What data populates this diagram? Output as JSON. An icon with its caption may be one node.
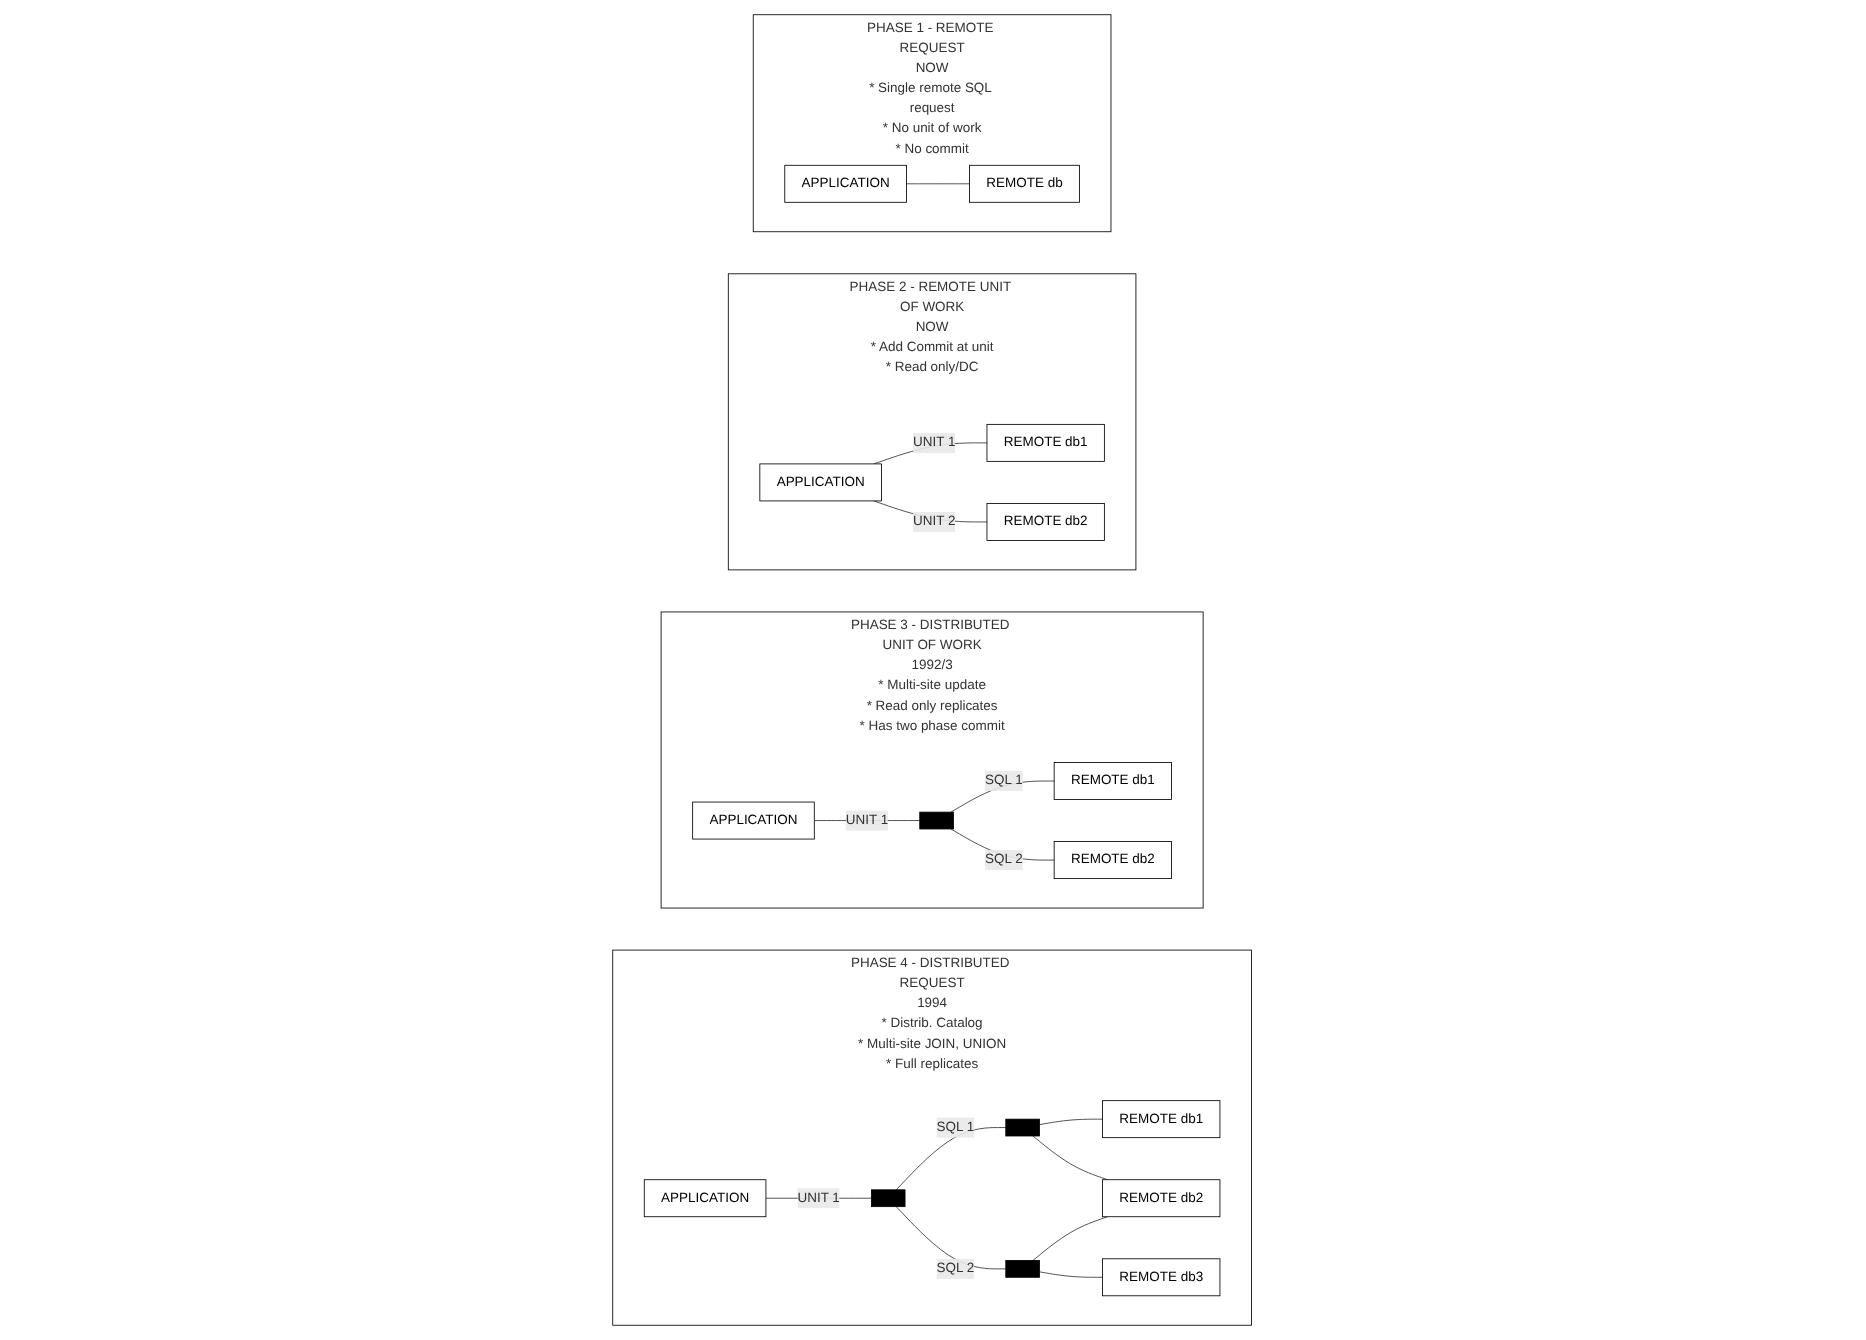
{
  "diagram": {
    "nodes": [
      {
        "text": [
          "PHASE 1 - REMOTE REQUEST",
          "NOW",
          "* Single remote SQL request",
          "* No unit of work",
          "* No commit"
        ]
      },
      {
        "text": [
          "APPLICATION"
        ],
        "in": 0
      },
      {
        "text": [
          "REMOTE db"
        ],
        "in": 0
      },
      {
        "text": [
          "PHASE 2 - REMOTE UNIT OF WORK",
          "NOW",
          "* Add Commit at unit",
          "* Read only/DC"
        ]
      },
      {
        "text": [
          "APPLICATION"
        ],
        "in": 3
      },
      {
        "text": [
          "REMOTE db1"
        ],
        "in": 3
      },
      {
        "text": [
          "REMOTE db2"
        ],
        "in": 3
      },
      {
        "text": [
          "PHASE 3 - DISTRIBUTED UNIT OF WORK",
          "1992/3",
          "* Multi-site update",
          "* Read only replicates",
          "* Has two phase commit"
        ]
      },
      {
        "text": [
          "APPLICATION"
        ],
        "in": 7
      },
      {
        "text": [],
        "shape": "box",
        "in": 7
      },
      {
        "text": [
          "REMOTE db1"
        ],
        "in": 7
      },
      {
        "text": [
          "REMOTE db2"
        ],
        "in": 7
      },
      {
        "text": [
          "PHASE 4 - DISTRIBUTED REQUEST",
          "1994",
          "* Distrib. Catalog",
          "* Multi-site JOIN, UNION",
          "* Full replicates"
        ]
      },
      {
        "text": [
          "APPLICATION"
        ],
        "in": 12
      },
      {
        "text": [],
        "shape": "box",
        "in": 12
      },
      {
        "text": [],
        "shape": "box",
        "in": 12
      },
      {
        "text": [],
        "shape": "box",
        "in": 12
      },
      {
        "text": [
          "REMOTE db1"
        ],
        "in": 12
      },
      {
        "text": [
          "REMOTE db2"
        ],
        "in": 12
      },
      {
        "text": [
          "REMOTE db3"
        ],
        "in": 12
      }
    ],
    "edges": [
      {
        "from": 1,
        "to": 2,
        "arrow": "none"
      },
      {
        "from": 4,
        "to": 5,
        "arrow": "none",
        "label": "UNIT 1"
      },
      {
        "from": 4,
        "to": 6,
        "arrow": "none",
        "label": "UNIT 2"
      },
      {
        "from": 8,
        "to": 9,
        "arrow": "none",
        "label": "UNIT 1"
      },
      {
        "from": 9,
        "to": 10,
        "arrow": "none",
        "label": "SQL 1"
      },
      {
        "from": 9,
        "to": 11,
        "arrow": "none",
        "label": "SQL 2"
      },
      {
        "from": 13,
        "to": 14,
        "arrow": "none",
        "label": "UNIT 1"
      },
      {
        "from": 14,
        "to": 15,
        "arrow": "none",
        "label": "SQL 1"
      },
      {
        "from": 14,
        "to": 16,
        "arrow": "none",
        "label": "SQL 2"
      },
      {
        "from": 15,
        "to": 17,
        "arrow": "none"
      },
      {
        "from": 15,
        "to": 18,
        "arrow": "none"
      },
      {
        "from": 16,
        "to": 18,
        "arrow": "none"
      },
      {
        "from": 16,
        "to": 19,
        "arrow": "none"
      }
    ]
  }
}
